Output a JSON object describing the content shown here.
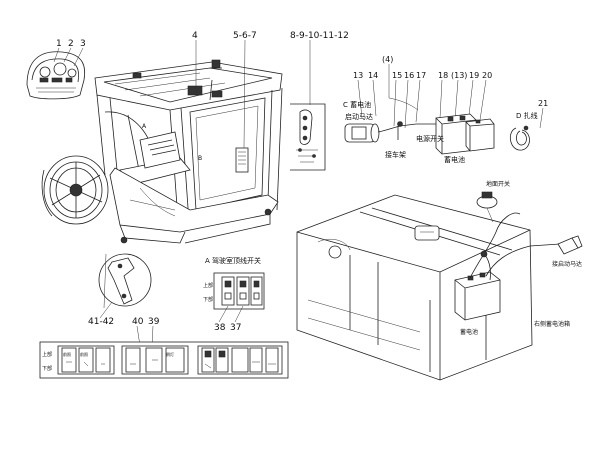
{
  "callouts": {
    "c1": "1",
    "c2": "2",
    "c3": "3",
    "c4": "4",
    "c5_7": "5-6-7",
    "c8_12": "8-9-10-11-12",
    "c13": "13",
    "c14": "14",
    "c4b": "(4)",
    "c15": "15",
    "c16": "16",
    "c17": "17",
    "c18": "18",
    "c13b": "(13)",
    "c19": "19",
    "c20": "20",
    "c21": "21",
    "c41_42": "41-42",
    "c40": "40",
    "c39": "39",
    "c38": "38",
    "c37": "37"
  },
  "labels": {
    "letter_a_cab": "A",
    "letter_b_cab": "B",
    "section_c": "C 蓄电池",
    "start_motor": "启动马达",
    "frame_ground": "接车架",
    "power_switch": "电源开关",
    "battery_c": "蓄电池",
    "section_d": "D 扎线",
    "section_a": "A 驾驶室顶线开关",
    "up": "上部",
    "down": "下部",
    "up2": "上部",
    "down2": "下部",
    "ground_switch": "地面开关",
    "start_motor_r": "接启动马达",
    "battery_r": "蓄电池",
    "battery_box": "右侧蓄电池箱"
  },
  "panel_a_text": [
    "",
    "",
    ""
  ],
  "panel_main_text": [
    "前照",
    "前照",
    "",
    "",
    "",
    "",
    "",
    "倒灯",
    "",
    "",
    "",
    "",
    ""
  ]
}
